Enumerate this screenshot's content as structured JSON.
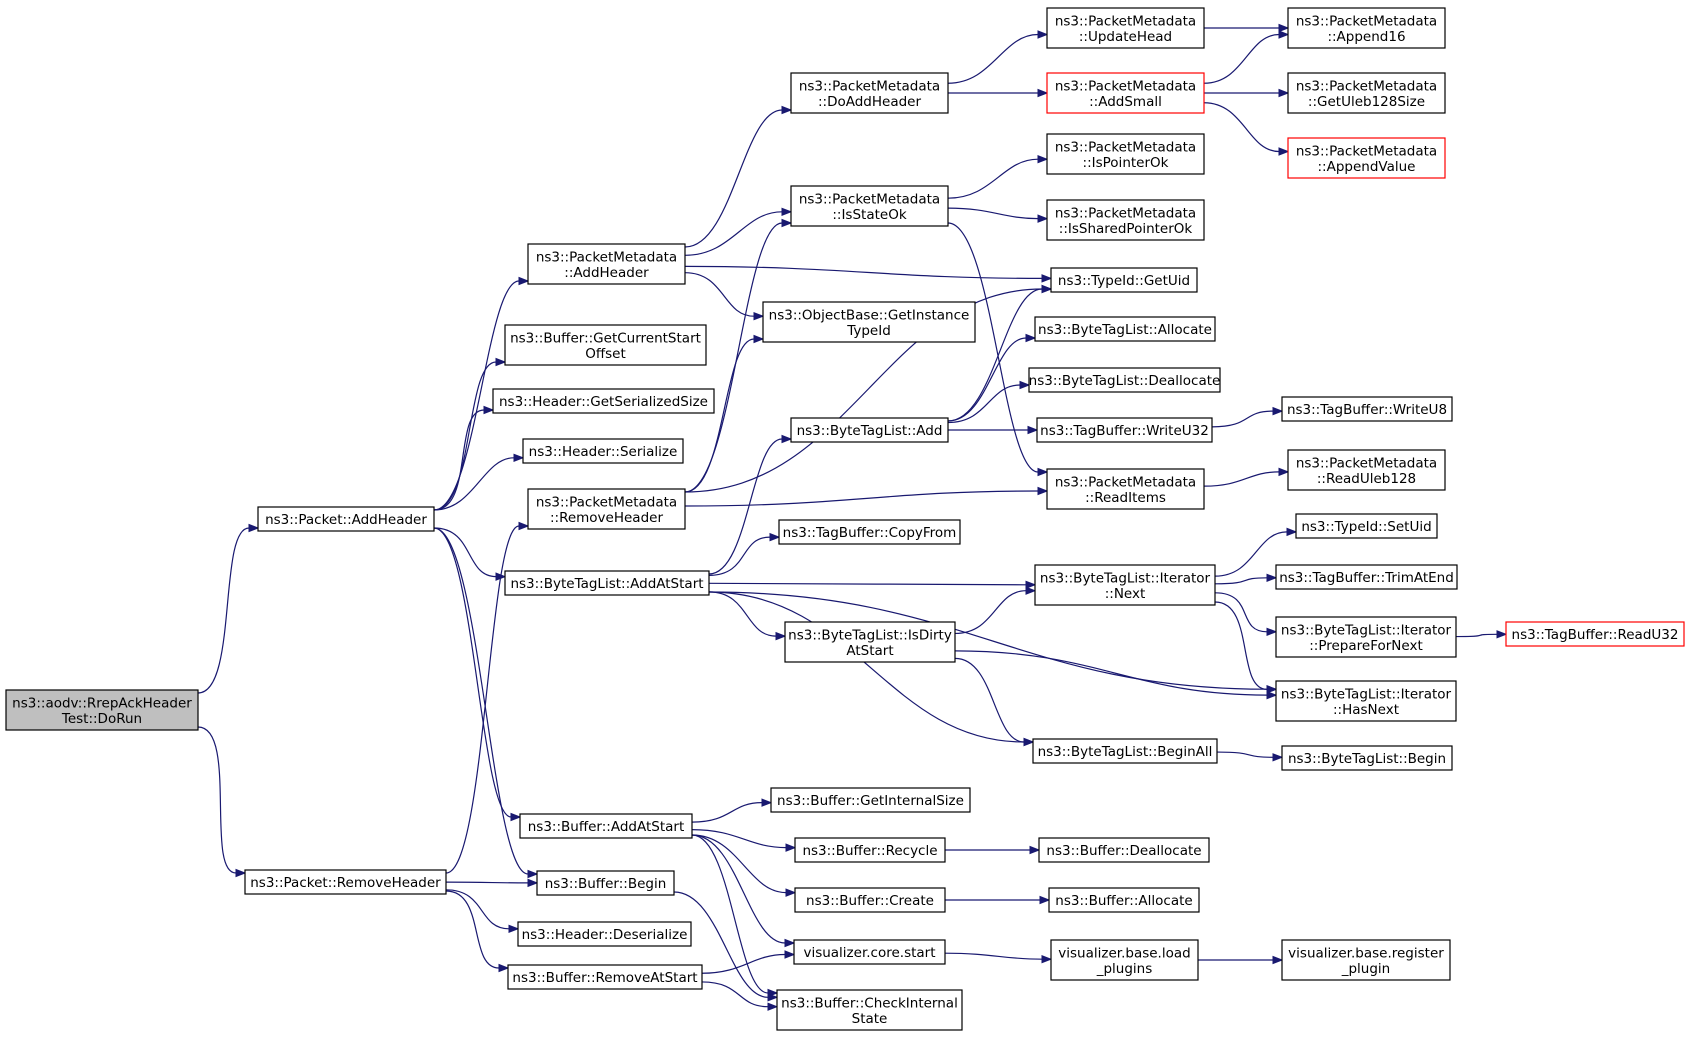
{
  "graph": {
    "edge_color": "#191970",
    "truncated_border_color": "#ff0000",
    "root_fill": "#bfbfbf",
    "nodes": [
      {
        "id": "root",
        "lines": [
          "ns3::aodv::RrepAckHeader",
          "Test::DoRun"
        ],
        "style": "root"
      },
      {
        "id": "pkt_addhdr",
        "lines": [
          "ns3::Packet::AddHeader"
        ]
      },
      {
        "id": "pkt_rmhdr",
        "lines": [
          "ns3::Packet::RemoveHeader"
        ]
      },
      {
        "id": "pm_addhdr",
        "lines": [
          "ns3::PacketMetadata",
          "::AddHeader"
        ]
      },
      {
        "id": "buf_gcso",
        "lines": [
          "ns3::Buffer::GetCurrentStart",
          "Offset"
        ]
      },
      {
        "id": "hdr_gss",
        "lines": [
          "ns3::Header::GetSerializedSize"
        ]
      },
      {
        "id": "hdr_ser",
        "lines": [
          "ns3::Header::Serialize"
        ]
      },
      {
        "id": "pm_rmhdr",
        "lines": [
          "ns3::PacketMetadata",
          "::RemoveHeader"
        ]
      },
      {
        "id": "btl_aas",
        "lines": [
          "ns3::ByteTagList::AddAtStart"
        ]
      },
      {
        "id": "buf_aas",
        "lines": [
          "ns3::Buffer::AddAtStart"
        ]
      },
      {
        "id": "buf_begin",
        "lines": [
          "ns3::Buffer::Begin"
        ]
      },
      {
        "id": "hdr_deser",
        "lines": [
          "ns3::Header::Deserialize"
        ]
      },
      {
        "id": "buf_ras",
        "lines": [
          "ns3::Buffer::RemoveAtStart"
        ]
      },
      {
        "id": "pm_doadd",
        "lines": [
          "ns3::PacketMetadata",
          "::DoAddHeader"
        ]
      },
      {
        "id": "pm_stateok",
        "lines": [
          "ns3::PacketMetadata",
          "::IsStateOk"
        ]
      },
      {
        "id": "ob_gitid",
        "lines": [
          "ns3::ObjectBase::GetInstance",
          "TypeId"
        ]
      },
      {
        "id": "btl_add",
        "lines": [
          "ns3::ByteTagList::Add"
        ]
      },
      {
        "id": "tb_copy",
        "lines": [
          "ns3::TagBuffer::CopyFrom"
        ]
      },
      {
        "id": "btl_dirty",
        "lines": [
          "ns3::ByteTagList::IsDirty",
          "AtStart"
        ]
      },
      {
        "id": "buf_gis",
        "lines": [
          "ns3::Buffer::GetInternalSize"
        ]
      },
      {
        "id": "buf_recycle",
        "lines": [
          "ns3::Buffer::Recycle"
        ]
      },
      {
        "id": "buf_create",
        "lines": [
          "ns3::Buffer::Create"
        ]
      },
      {
        "id": "vis_start",
        "lines": [
          "visualizer.core.start"
        ]
      },
      {
        "id": "buf_cis",
        "lines": [
          "ns3::Buffer::CheckInternal",
          "State"
        ]
      },
      {
        "id": "pm_updhead",
        "lines": [
          "ns3::PacketMetadata",
          "::UpdateHead"
        ]
      },
      {
        "id": "pm_addsmall",
        "lines": [
          "ns3::PacketMetadata",
          "::AddSmall"
        ],
        "style": "trunc"
      },
      {
        "id": "pm_ptrok",
        "lines": [
          "ns3::PacketMetadata",
          "::IsPointerOk"
        ]
      },
      {
        "id": "pm_shptrok",
        "lines": [
          "ns3::PacketMetadata",
          "::IsSharedPointerOk"
        ]
      },
      {
        "id": "tid_getuid",
        "lines": [
          "ns3::TypeId::GetUid"
        ]
      },
      {
        "id": "btl_alloc",
        "lines": [
          "ns3::ByteTagList::Allocate"
        ]
      },
      {
        "id": "btl_dealloc",
        "lines": [
          "ns3::ByteTagList::Deallocate"
        ]
      },
      {
        "id": "tb_wu32",
        "lines": [
          "ns3::TagBuffer::WriteU32"
        ]
      },
      {
        "id": "pm_readitems",
        "lines": [
          "ns3::PacketMetadata",
          "::ReadItems"
        ]
      },
      {
        "id": "btli_next",
        "lines": [
          "ns3::ByteTagList::Iterator",
          "::Next"
        ]
      },
      {
        "id": "btl_beginall",
        "lines": [
          "ns3::ByteTagList::BeginAll"
        ]
      },
      {
        "id": "buf_dealloc",
        "lines": [
          "ns3::Buffer::Deallocate"
        ]
      },
      {
        "id": "buf_alloc",
        "lines": [
          "ns3::Buffer::Allocate"
        ]
      },
      {
        "id": "vb_load",
        "lines": [
          "visualizer.base.load",
          "_plugins"
        ]
      },
      {
        "id": "pm_app16",
        "lines": [
          "ns3::PacketMetadata",
          "::Append16"
        ]
      },
      {
        "id": "pm_gul",
        "lines": [
          "ns3::PacketMetadata",
          "::GetUleb128Size"
        ]
      },
      {
        "id": "pm_appval",
        "lines": [
          "ns3::PacketMetadata",
          "::AppendValue"
        ],
        "style": "trunc"
      },
      {
        "id": "tb_wu8",
        "lines": [
          "ns3::TagBuffer::WriteU8"
        ]
      },
      {
        "id": "pm_rul",
        "lines": [
          "ns3::PacketMetadata",
          "::ReadUleb128"
        ]
      },
      {
        "id": "tid_setuid",
        "lines": [
          "ns3::TypeId::SetUid"
        ]
      },
      {
        "id": "tb_trim",
        "lines": [
          "ns3::TagBuffer::TrimAtEnd"
        ]
      },
      {
        "id": "btli_prep",
        "lines": [
          "ns3::ByteTagList::Iterator",
          "::PrepareForNext"
        ]
      },
      {
        "id": "btli_hasnext",
        "lines": [
          "ns3::ByteTagList::Iterator",
          "::HasNext"
        ]
      },
      {
        "id": "btl_begin",
        "lines": [
          "ns3::ByteTagList::Begin"
        ]
      },
      {
        "id": "vb_reg",
        "lines": [
          "visualizer.base.register",
          "_plugin"
        ]
      },
      {
        "id": "tb_ru32",
        "lines": [
          "ns3::TagBuffer::ReadU32"
        ],
        "style": "trunc"
      }
    ],
    "edges": [
      [
        "root",
        "pkt_addhdr"
      ],
      [
        "root",
        "pkt_rmhdr"
      ],
      [
        "pkt_addhdr",
        "pm_addhdr"
      ],
      [
        "pkt_addhdr",
        "buf_gcso"
      ],
      [
        "pkt_addhdr",
        "hdr_gss"
      ],
      [
        "pkt_addhdr",
        "hdr_ser"
      ],
      [
        "pkt_addhdr",
        "btl_aas"
      ],
      [
        "pkt_addhdr",
        "buf_aas"
      ],
      [
        "pkt_addhdr",
        "buf_begin"
      ],
      [
        "pkt_rmhdr",
        "pm_rmhdr"
      ],
      [
        "pkt_rmhdr",
        "buf_begin"
      ],
      [
        "pkt_rmhdr",
        "hdr_deser"
      ],
      [
        "pkt_rmhdr",
        "buf_ras"
      ],
      [
        "pm_addhdr",
        "pm_doadd"
      ],
      [
        "pm_addhdr",
        "pm_stateok"
      ],
      [
        "pm_addhdr",
        "tid_getuid"
      ],
      [
        "pm_addhdr",
        "ob_gitid"
      ],
      [
        "pm_rmhdr",
        "pm_stateok"
      ],
      [
        "pm_rmhdr",
        "ob_gitid"
      ],
      [
        "pm_rmhdr",
        "tid_getuid"
      ],
      [
        "pm_rmhdr",
        "pm_readitems"
      ],
      [
        "btl_aas",
        "btl_add"
      ],
      [
        "btl_aas",
        "tb_copy"
      ],
      [
        "btl_aas",
        "btli_next"
      ],
      [
        "btl_aas",
        "btl_dirty"
      ],
      [
        "btl_aas",
        "btli_hasnext"
      ],
      [
        "btl_aas",
        "btl_beginall"
      ],
      [
        "buf_aas",
        "buf_gis"
      ],
      [
        "buf_aas",
        "buf_recycle"
      ],
      [
        "buf_aas",
        "buf_create"
      ],
      [
        "buf_aas",
        "vis_start"
      ],
      [
        "buf_aas",
        "buf_cis"
      ],
      [
        "buf_begin",
        "buf_cis"
      ],
      [
        "buf_ras",
        "vis_start"
      ],
      [
        "buf_ras",
        "buf_cis"
      ],
      [
        "pm_doadd",
        "pm_updhead"
      ],
      [
        "pm_doadd",
        "pm_addsmall"
      ],
      [
        "pm_stateok",
        "pm_ptrok"
      ],
      [
        "pm_stateok",
        "pm_shptrok"
      ],
      [
        "pm_stateok",
        "pm_readitems"
      ],
      [
        "btl_add",
        "tid_getuid"
      ],
      [
        "btl_add",
        "btl_alloc"
      ],
      [
        "btl_add",
        "btl_dealloc"
      ],
      [
        "btl_add",
        "tb_wu32"
      ],
      [
        "btl_dirty",
        "btli_next"
      ],
      [
        "btl_dirty",
        "btli_hasnext"
      ],
      [
        "btl_dirty",
        "btl_beginall"
      ],
      [
        "buf_recycle",
        "buf_dealloc"
      ],
      [
        "buf_create",
        "buf_alloc"
      ],
      [
        "vis_start",
        "vb_load"
      ],
      [
        "vb_load",
        "vb_reg"
      ],
      [
        "pm_updhead",
        "pm_app16"
      ],
      [
        "pm_addsmall",
        "pm_app16"
      ],
      [
        "pm_addsmall",
        "pm_gul"
      ],
      [
        "pm_addsmall",
        "pm_appval"
      ],
      [
        "tb_wu32",
        "tb_wu8"
      ],
      [
        "pm_readitems",
        "pm_rul"
      ],
      [
        "btli_next",
        "tid_setuid"
      ],
      [
        "btli_next",
        "tb_trim"
      ],
      [
        "btli_next",
        "btli_prep"
      ],
      [
        "btli_next",
        "btli_hasnext"
      ],
      [
        "btli_prep",
        "tb_ru32"
      ],
      [
        "btl_beginall",
        "btl_begin"
      ]
    ]
  }
}
